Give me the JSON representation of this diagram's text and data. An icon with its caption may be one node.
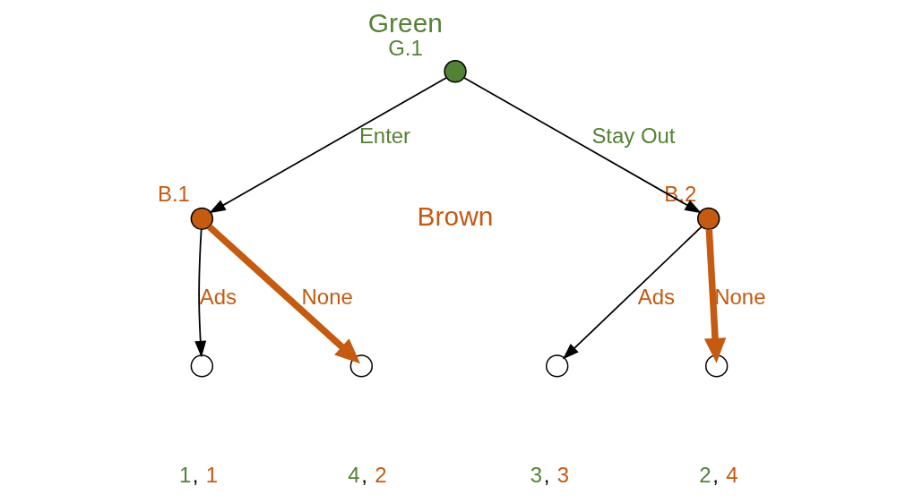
{
  "diagram": {
    "nodes": [
      {
        "text": [
          "G.1"
        ],
        "beside": [
          "Green"
        ]
      },
      {
        "text": [
          "B.1"
        ]
      },
      {
        "text": [
          "B.2"
        ]
      },
      {
        "text": [],
        "shape": "circle",
        "beside": [
          "1, 1"
        ]
      },
      {
        "text": [],
        "shape": "circle",
        "beside": [
          "4, 2"
        ]
      },
      {
        "text": [],
        "shape": "circle",
        "beside": [
          "3, 3"
        ]
      },
      {
        "text": [],
        "shape": "circle",
        "beside": [
          "2, 4"
        ]
      }
    ],
    "edges": [
      {
        "from": 0,
        "to": 1,
        "arrow": "to",
        "label": "Enter"
      },
      {
        "from": 0,
        "to": 2,
        "arrow": "to",
        "label": "Stay Out"
      },
      {
        "from": 1,
        "to": 3,
        "arrow": "to",
        "label": "Ads"
      },
      {
        "from": 1,
        "to": 4,
        "arrow": "to",
        "label": "None",
        "style": "thick",
        "color": "#c55a11"
      },
      {
        "from": 2,
        "to": 5,
        "arrow": "to",
        "label": "Ads"
      },
      {
        "from": 2,
        "to": 6,
        "arrow": "to",
        "label": "None",
        "style": "thick",
        "color": "#c55a11"
      }
    ],
    "labels": [
      "Brown"
    ]
  }
}
